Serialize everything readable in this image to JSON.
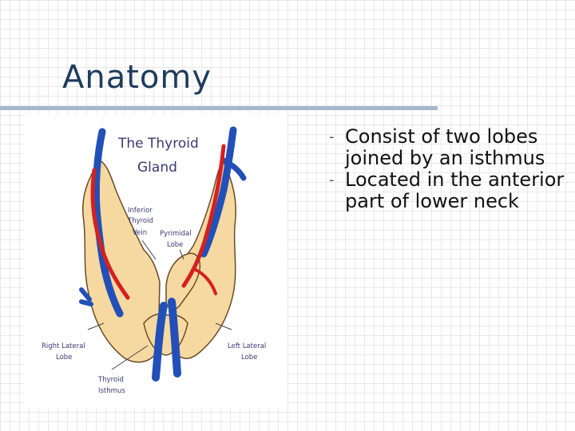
{
  "slide": {
    "title": "Anatomy",
    "bullets": [
      "Consist of two lobes joined by an isthmus",
      "Located in the anterior part of lower neck"
    ],
    "bullet_marker": "-"
  },
  "figure": {
    "heading_line1": "The Thyroid",
    "heading_line2": "Gland",
    "label_vein_1": "Inferior",
    "label_vein_2": "Thyroid",
    "label_vein_3": "Vein",
    "label_pyramidal_1": "Pyrimidal",
    "label_pyramidal_2": "Lobe",
    "label_right_1": "Right Lateral",
    "label_right_2": "Lobe",
    "label_left_1": "Left Lateral",
    "label_left_2": "Lobe",
    "label_isthmus_1": "Thyroid",
    "label_isthmus_2": "Isthmus"
  },
  "colors": {
    "title": "#1f3b5c",
    "rule": "#a8b6cc",
    "gland": "#f6d9a0",
    "vein": "#2250b8",
    "artery": "#d42020"
  }
}
